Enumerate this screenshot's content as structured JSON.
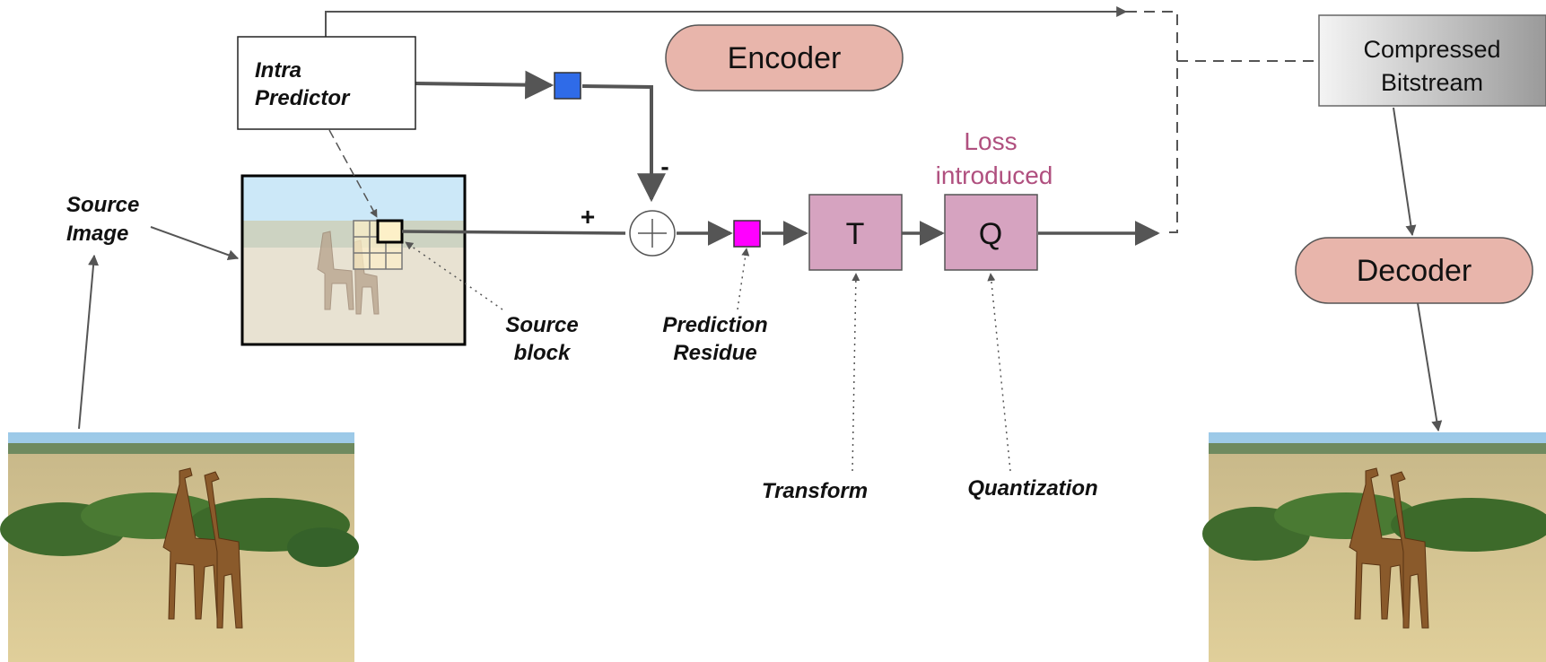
{
  "colors": {
    "pill": "#e8b5ab",
    "process": "#d6a3c0",
    "loss_text": "#b0507f",
    "prediction_block": "#2f6be8",
    "residue_block": "#ff00ff",
    "line": "#555555",
    "bitstream_gradient": [
      "#f2f2f2",
      "#9a9a9a"
    ]
  },
  "labels": {
    "encoder": "Encoder",
    "decoder": "Decoder",
    "compressed": "Compressed",
    "bitstream": "Bitstream",
    "intra": "Intra",
    "predictor": "Predictor",
    "source": "Source",
    "image": "Image",
    "source_block_1": "Source",
    "source_block_2": "block",
    "prediction": "Prediction",
    "residue": "Residue",
    "transform_box": "T",
    "quant_box": "Q",
    "loss": "Loss",
    "introduced": "introduced",
    "transform": "Transform",
    "quantization": "Quantization",
    "plus": "+",
    "minus": "-"
  },
  "icons": {
    "sum": "summing-junction-icon",
    "source_photo": "giraffe-photo",
    "decoded_photo": "giraffe-decoded-photo"
  }
}
